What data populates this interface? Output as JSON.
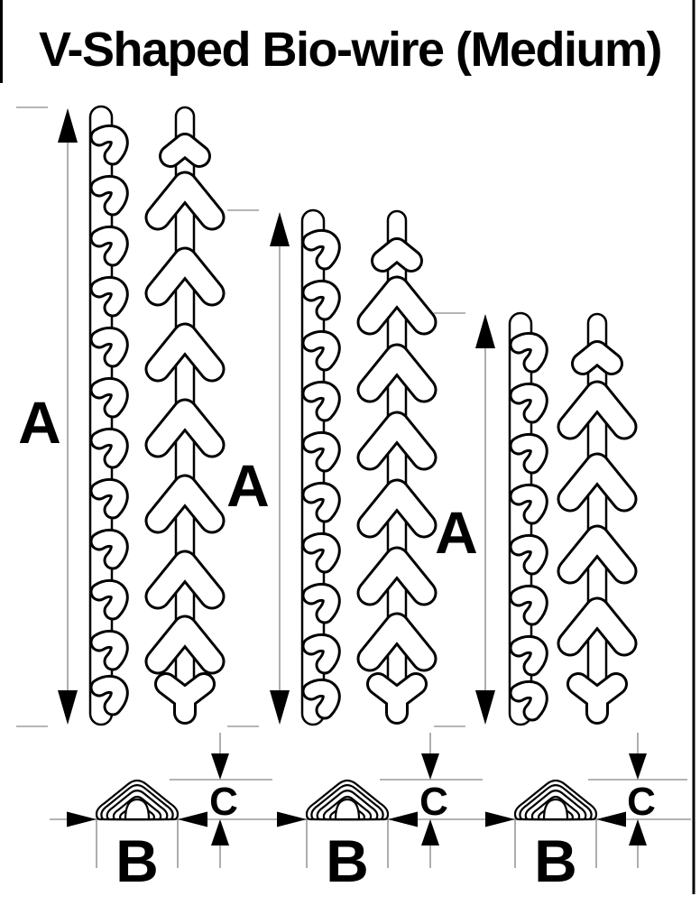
{
  "title": "V-Shaped Bio-wire (Medium)",
  "colors": {
    "ink": "#000000",
    "dim_line": "#9a9a9a",
    "tick": "#b5b5b5",
    "bg": "#ffffff"
  },
  "wires": [
    {
      "name": "left-tall-wire",
      "height_label": "A"
    },
    {
      "name": "middle-wire",
      "height_label": "A"
    },
    {
      "name": "right-short-wire",
      "height_label": "A"
    }
  ],
  "cross_sections": [
    {
      "name": "left-section",
      "width_label": "B",
      "height_label": "C"
    },
    {
      "name": "middle-section",
      "width_label": "B",
      "height_label": "C"
    },
    {
      "name": "right-section",
      "width_label": "B",
      "height_label": "C"
    }
  ]
}
